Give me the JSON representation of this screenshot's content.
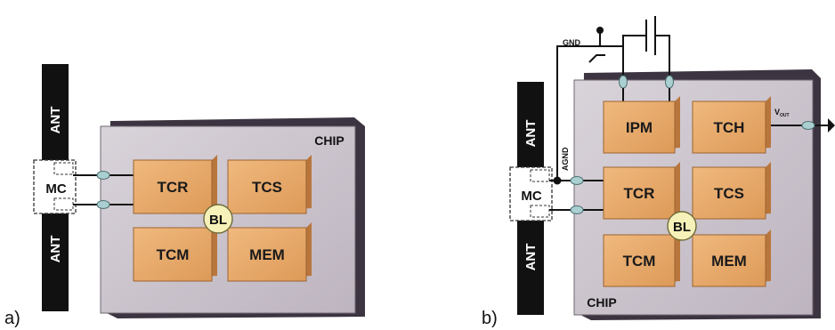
{
  "panel_a": {
    "label": "a)",
    "antenna_top": "ANT",
    "antenna_bottom": "ANT",
    "matching_circuit": "MC",
    "chip_label": "CHIP",
    "blocks": {
      "tcr": "TCR",
      "tcs": "TCS",
      "tcm": "TCM",
      "mem": "MEM"
    },
    "bus": "BL"
  },
  "panel_b": {
    "label": "b)",
    "antenna_top": "ANT",
    "antenna_bottom": "ANT",
    "matching_circuit": "MC",
    "chip_label": "CHIP",
    "blocks": {
      "ipm": "IPM",
      "tch": "TCH",
      "tcr": "TCR",
      "tcs": "TCS",
      "tcm": "TCM",
      "mem": "MEM"
    },
    "bus": "BL",
    "gnd": "GND",
    "agnd": "AGND",
    "vout_main": "V",
    "vout_sub": "OUT"
  },
  "colors": {
    "block_fill": "#e8a96a",
    "block_side": "#c47f42",
    "chip_fill": "#cbc3cc",
    "chip_shadow": "#3c3440",
    "bus_fill": "#f6f1b8",
    "connector": "#a9cfd1",
    "antenna": "#111111"
  }
}
